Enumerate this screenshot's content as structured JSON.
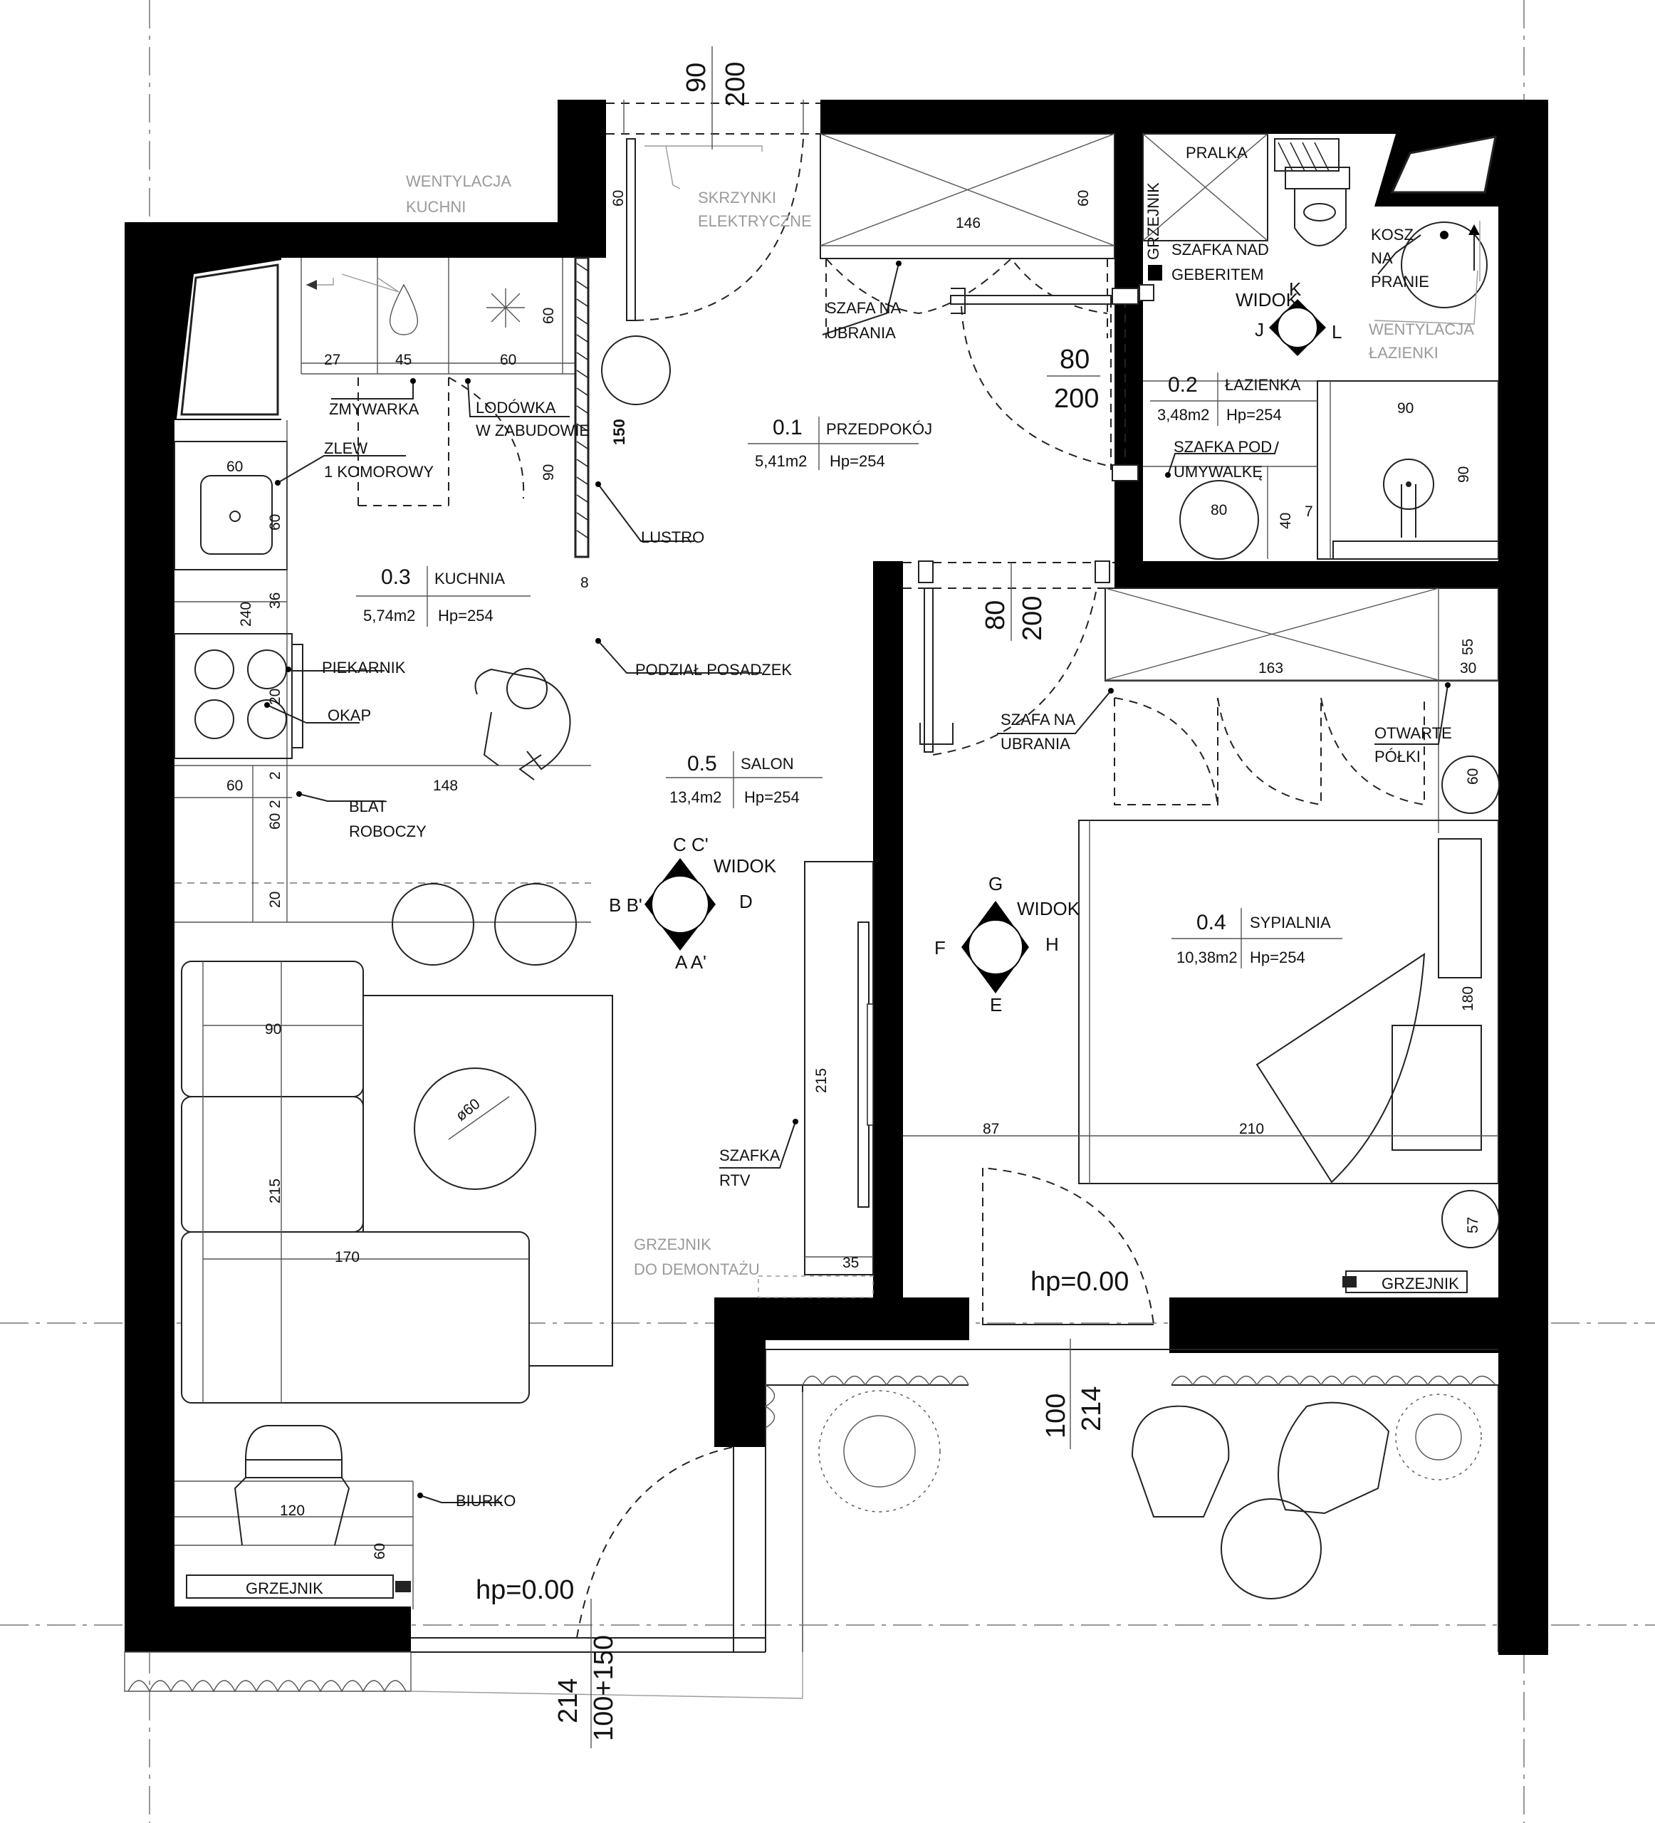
{
  "rooms": {
    "przedpokoj": {
      "number": "0.1",
      "name": "PRZEDPOKÓJ",
      "area": "5,41m2",
      "height": "Hp=254"
    },
    "lazienka": {
      "number": "0.2",
      "name": "ŁAZIENKA",
      "area": "3,48m2",
      "height": "Hp=254"
    },
    "kuchnia": {
      "number": "0.3",
      "name": "KUCHNIA",
      "area": "5,74m2",
      "height": "Hp=254"
    },
    "sypialnia": {
      "number": "0.4",
      "name": "SYPIALNIA",
      "area": "10,38m2",
      "height": "Hp=254"
    },
    "salon": {
      "number": "0.5",
      "name": "SALON",
      "area": "13,4m2",
      "height": "Hp=254"
    }
  },
  "labels": {
    "wentylacja_kuchni_1": "WENTYLACJA",
    "wentylacja_kuchni_2": "KUCHNI",
    "skrzynki_1": "SKRZYNKI",
    "skrzynki_2": "ELEKTRYCZNE",
    "szafa_1a": "SZAFA NA",
    "szafa_1b": "UBRANIA",
    "szafa_2a": "SZAFA NA",
    "szafa_2b": "UBRANIA",
    "pralka": "PRALKA",
    "grzejnik_lazienka": "GRZEJNIK",
    "szafka_nad_1": "SZAFKA NAD",
    "szafka_nad_2": "GEBERITEM",
    "kosz_1": "KOSZ",
    "kosz_2": "NA",
    "kosz_3": "PRANIE",
    "wentylacja_laz_1": "WENTYLACJA",
    "wentylacja_laz_2": "ŁAZIENKI",
    "szafka_pod_1": "SZAFKA POD",
    "szafka_pod_2": "UMYWALKĘ",
    "zmywarka": "ZMYWARKA",
    "lodowka_1": "LODÓWKA",
    "lodowka_2": "W ZABUDOWIE",
    "zlew_1": "ZLEW",
    "zlew_2": "1 KOMOROWY",
    "lustro": "LUSTRO",
    "podzial": "PODZIAŁ POSADZEK",
    "piekarnik": "PIEKARNIK",
    "okap": "OKAP",
    "blat_1": "BLAT",
    "blat_2": "ROBOCZY",
    "otwarte_1": "OTWARTE",
    "otwarte_2": "PÓŁKI",
    "szafka_rtv_1": "SZAFKA",
    "szafka_rtv_2": "RTV",
    "grzejnik_demontaz_1": "GRZEJNIK",
    "grzejnik_demontaz_2": "DO DEMONTAŻU",
    "grzejnik_sypialnia": "GRZEJNIK",
    "grzejnik_salon": "GRZEJNIK",
    "biurko": "BIURKO",
    "hp_1": "hp=0.00",
    "hp_2": "hp=0.00"
  },
  "views": {
    "widok_kl": {
      "title": "WIDOK",
      "top": "K",
      "left": "J",
      "right": "L"
    },
    "widok_salon": {
      "title": "WIDOK",
      "top": "C C'",
      "left": "B B'",
      "right": "D",
      "bottom": "A A'"
    },
    "widok_syp": {
      "title": "WIDOK",
      "top": "G",
      "left": "F",
      "right": "H",
      "bottom": "E"
    }
  },
  "dims": {
    "d90_top": "90",
    "d200_top": "200",
    "d60_entry": "60",
    "d146": "146",
    "d60_szafa": "60",
    "d80_a": "80",
    "d200_a": "200",
    "d27": "27",
    "d45": "45",
    "d60_k": "60",
    "d60_kv": "60",
    "d150": "150",
    "d90_lodowka": "90",
    "d8": "8",
    "d60_zlew": "60",
    "d60_zlew_v": "60",
    "d240": "240",
    "d36": "36",
    "d20_v": "20",
    "d2_a": "2",
    "d60_blat": "60",
    "d148": "148",
    "d60_blat_v": "60",
    "d20_blat": "20",
    "d2_b": "2",
    "d80_b": "80",
    "d200_b": "200",
    "d163": "163",
    "d55": "55",
    "d30": "30",
    "d60_syp": "60",
    "d180": "180",
    "d87": "87",
    "d210": "210",
    "d57": "57",
    "d90_laz": "90",
    "d90_laz_v": "90",
    "d80_umyw": "80",
    "d40": "40",
    "d7": "7",
    "d215_rtv": "215",
    "d35": "35",
    "d90_sofa": "90",
    "d215_sofa": "215",
    "d170": "170",
    "d60_stol": "ø60",
    "d120": "120",
    "d60_biurko": "60",
    "d100_a": "100",
    "d214_a": "214",
    "d100_150": "100+150",
    "d214_b": "214"
  }
}
